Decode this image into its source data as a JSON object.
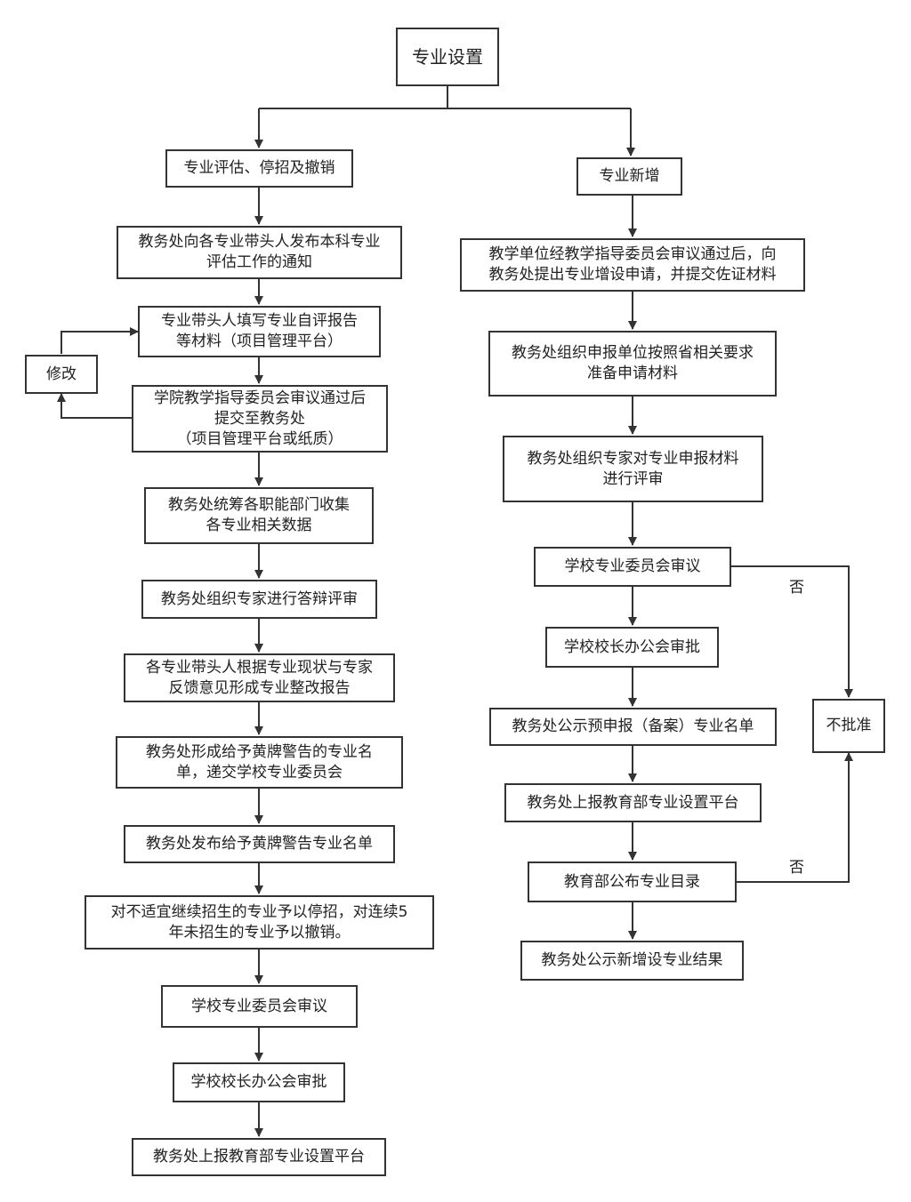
{
  "flowchart": {
    "root": "专业设置",
    "left_title": "专业评估、停招及撤销",
    "left_steps": [
      "教务处向各专业带头人发布本科专业\n评估工作的通知",
      "专业带头人填写专业自评报告\n等材料（项目管理平台）",
      "学院教学指导委员会审议通过后\n提交至教务处\n（项目管理平台或纸质）",
      "教务处统筹各职能部门收集\n各专业相关数据",
      "教务处组织专家进行答辩评审",
      "各专业带头人根据专业现状与专家\n反馈意见形成专业整改报告",
      "教务处形成给予黄牌警告的专业名\n单，递交学校专业委员会",
      "教务处发布给予黄牌警告专业名单",
      "对不适宜继续招生的专业予以停招，对连续5\n年未招生的专业予以撤销。",
      "学校专业委员会审议",
      "学校校长办公会审批",
      "教务处上报教育部专业设置平台"
    ],
    "revise": "修改",
    "right_title": "专业新增",
    "right_steps": [
      "教学单位经教学指导委员会审议通过后，向\n教务处提出专业增设申请，并提交佐证材料",
      "教务处组织申报单位按照省相关要求\n准备申请材料",
      "教务处组织专家对专业申报材料\n进行评审",
      "学校专业委员会审议",
      "学校校长办公会审批",
      "教务处公示预申报（备案）专业名单",
      "教务处上报教育部专业设置平台",
      "教育部公布专业目录",
      "教务处公示新增设专业结果"
    ],
    "reject": "不批准",
    "no_label_1": "否",
    "no_label_2": "否"
  }
}
